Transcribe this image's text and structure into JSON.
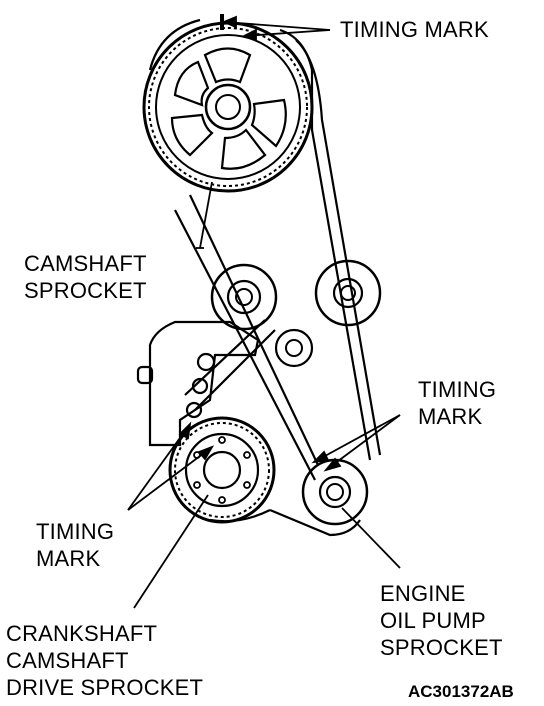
{
  "labels": {
    "timing_mark_top": "TIMING MARK",
    "timing_mark_right": [
      "TIMING",
      "MARK"
    ],
    "camshaft_sprocket": [
      "CAMSHAFT",
      "SPROCKET"
    ],
    "timing_mark_left": [
      "TIMING",
      "MARK"
    ],
    "engine_oil_pump_sprocket": [
      "ENGINE",
      "OIL PUMP",
      "SPROCKET"
    ],
    "crankshaft_camshaft_drive_sprocket": [
      "CRANKSHAFT",
      "CAMSHAFT",
      "DRIVE SPROCKET"
    ]
  },
  "figure_code": "AC301372AB"
}
